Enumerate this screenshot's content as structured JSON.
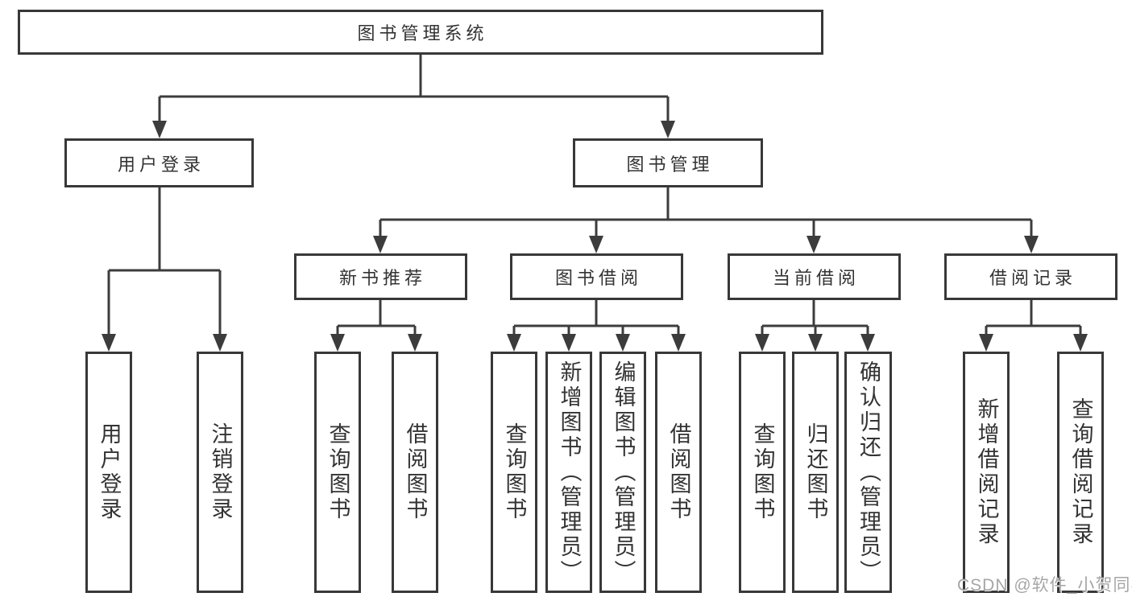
{
  "title": "图书管理系统",
  "tree": {
    "label": "图书管理系统",
    "children": [
      {
        "label": "用户登录",
        "children": [
          {
            "label": "用户登录"
          },
          {
            "label": "注销登录"
          }
        ]
      },
      {
        "label": "图书管理",
        "children": [
          {
            "label": "新书推荐",
            "children": [
              {
                "label": "查询图书"
              },
              {
                "label": "借阅图书"
              }
            ]
          },
          {
            "label": "图书借阅",
            "children": [
              {
                "label": "查询图书"
              },
              {
                "label": "新增图书（管理员）"
              },
              {
                "label": "编辑图书（管理员）"
              },
              {
                "label": "借阅图书"
              }
            ]
          },
          {
            "label": "当前借阅",
            "children": [
              {
                "label": "查询图书"
              },
              {
                "label": "归还图书"
              },
              {
                "label": "确认归还（管理员）"
              }
            ]
          },
          {
            "label": "借阅记录",
            "children": [
              {
                "label": "新增借阅记录"
              },
              {
                "label": "查询借阅记录"
              }
            ]
          }
        ]
      }
    ]
  },
  "watermark": {
    "text": "CSDN @软件_小贺同学"
  },
  "colors": {
    "line": "#3c3c3c",
    "box_border": "#383838",
    "text": "#333333",
    "watermark": "#a6a6a6",
    "background": "#ffffff"
  }
}
